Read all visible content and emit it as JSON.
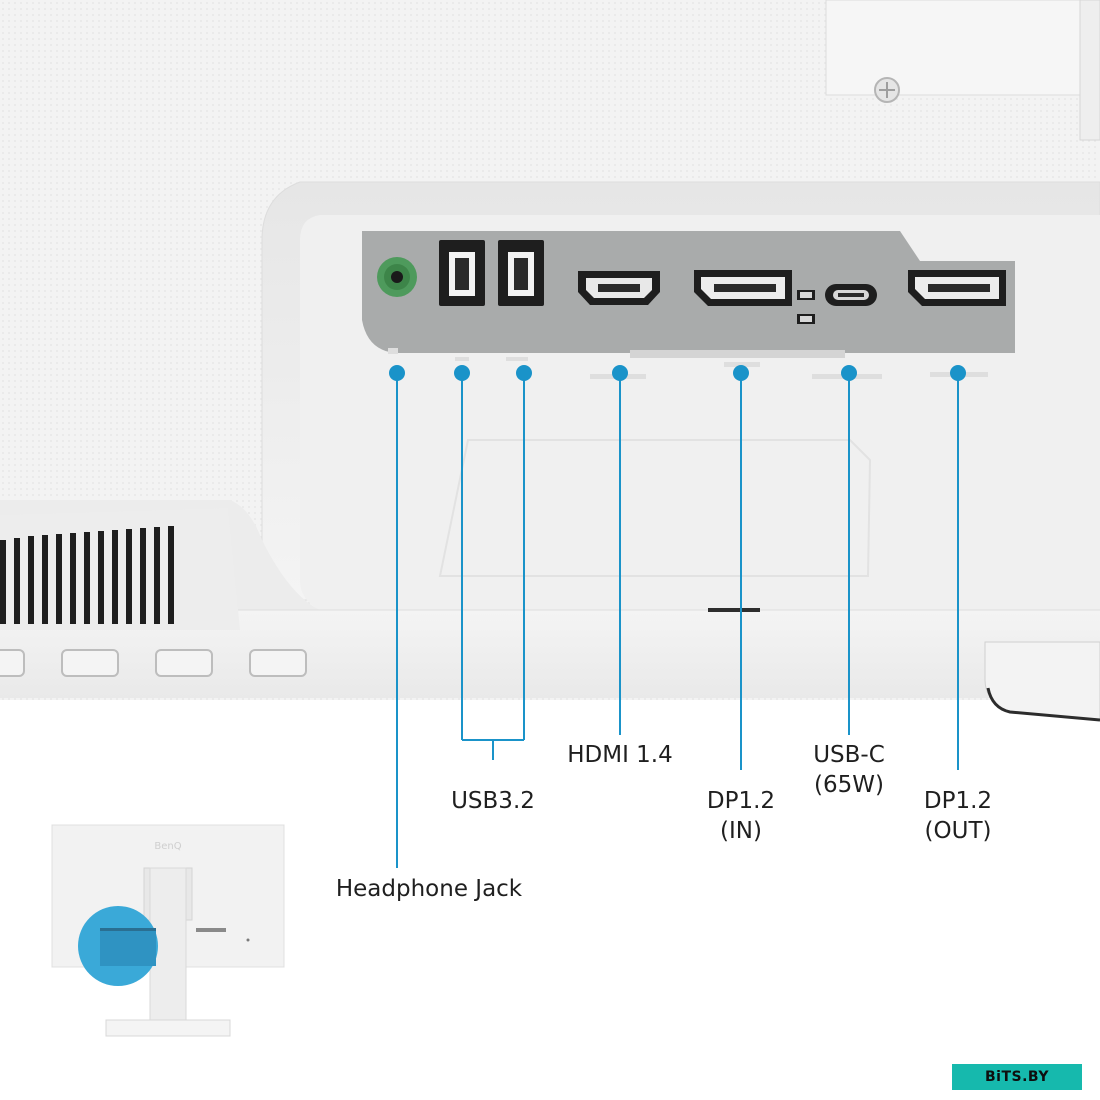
{
  "labels": {
    "headphone": "Headphone Jack",
    "usb": "USB3.2",
    "hdmi": "HDMI 1.4",
    "dp_in_line1": "DP1.2",
    "dp_in_line2": "(IN)",
    "usbc_line1": "USB-C",
    "usbc_line2": "(65W)",
    "dp_out_line1": "DP1.2",
    "dp_out_line2": "(OUT)"
  },
  "thumbnail": {
    "brand": "BenQ"
  },
  "watermark": "BiTS.BY",
  "colors": {
    "callout": "#1a93c9",
    "highlight": "#3aa9d8",
    "jack": "#4e9a5c",
    "panel": "#a9abab",
    "body": "#f1f1f1",
    "watermark_bg": "#16b9ad"
  }
}
